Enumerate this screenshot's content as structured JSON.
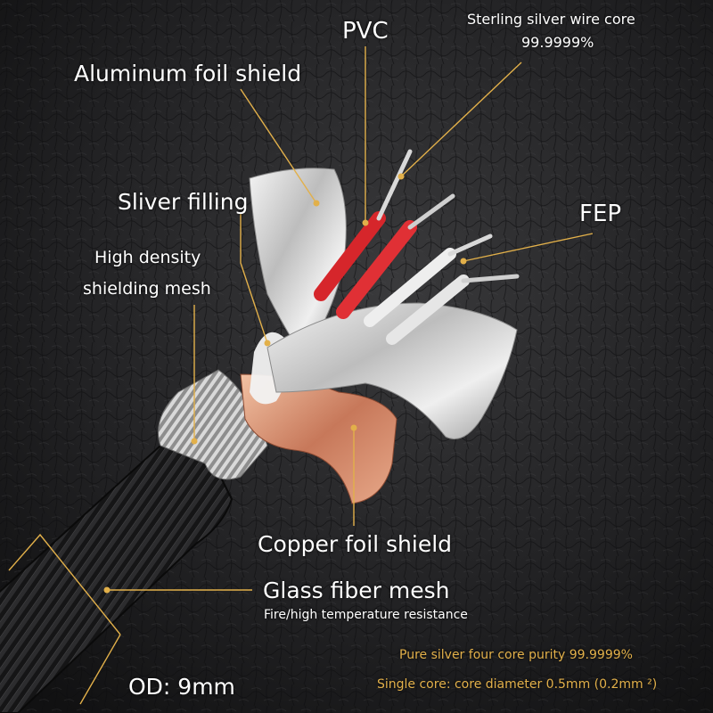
{
  "labels": {
    "pvc": "PVC",
    "sterling_line1": "Sterling silver wire core",
    "sterling_line2": "99.9999%",
    "aluminum": "Aluminum foil shield",
    "sliver": "Sliver filling",
    "fep": "FEP",
    "mesh_line1": "High density",
    "mesh_line2": "shielding mesh",
    "copper": "Copper foil shield",
    "glass": "Glass fiber mesh",
    "glass_sub": "Fire/high temperature resistance",
    "od": "OD:  9mm",
    "purity": "Pure silver four core purity 99.9999%",
    "core": "Single core: core diameter 0.5mm (0.2mm ²)"
  },
  "colors": {
    "leader": "#e2b04a",
    "label": "#ffffff",
    "accent": "#e2b04a"
  }
}
